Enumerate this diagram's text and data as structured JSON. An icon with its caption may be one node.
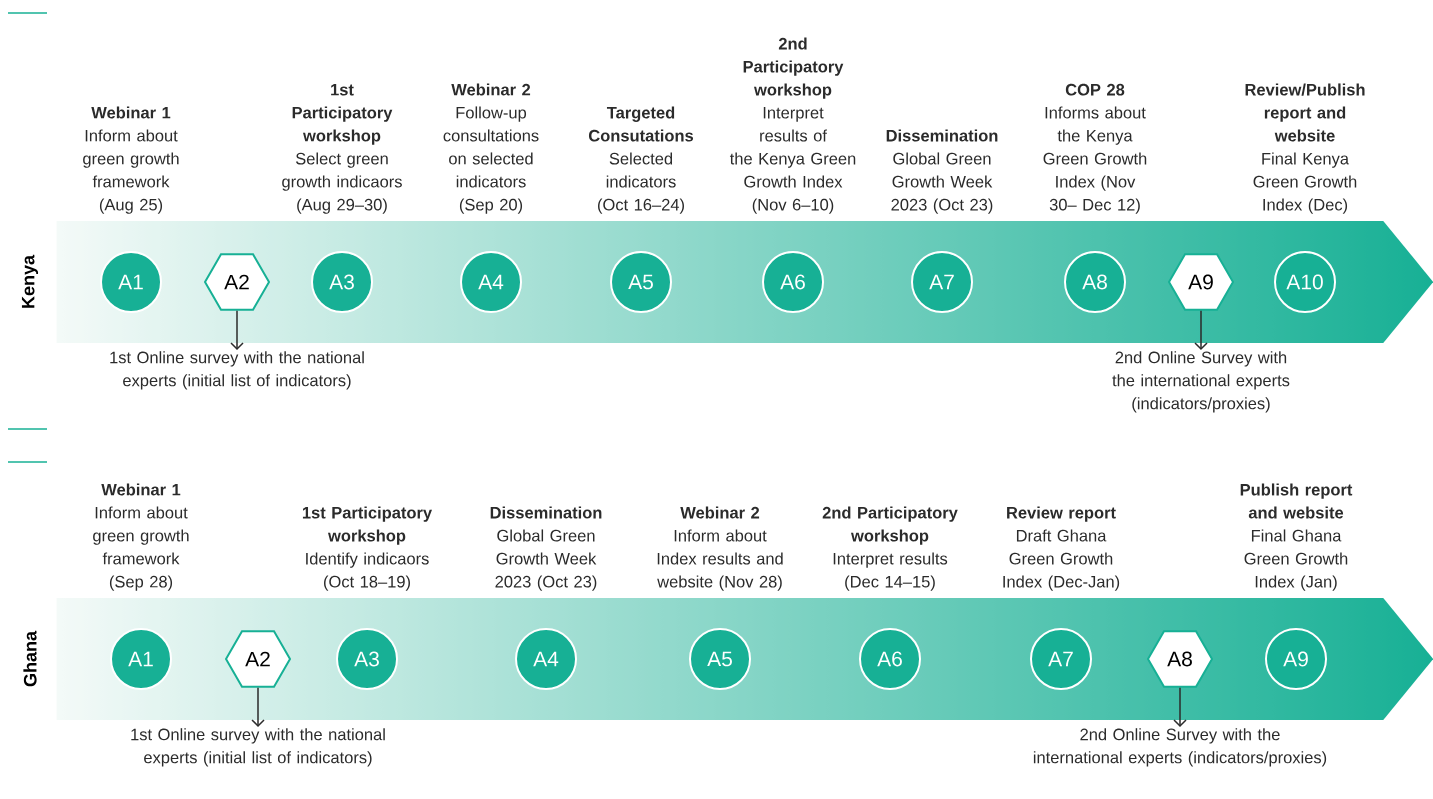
{
  "diagram": {
    "nodes": [
      {
        "text": [
          "Kenya"
        ]
      },
      {
        "text": [
          "A1"
        ],
        "in": 0,
        "beside": [
          "Webinar 1",
          "Inform about green growth framework (Aug 25)"
        ]
      },
      {
        "text": [
          "A2"
        ],
        "in": 0
      },
      {
        "text": [
          "A3"
        ],
        "in": 0,
        "beside": [
          "1st Participatory workshop",
          "Select green growth indicaors (Aug 29–30)"
        ]
      },
      {
        "text": [
          "A4"
        ],
        "in": 0,
        "beside": [
          "Webinar 2",
          "Follow-up consultations on selected indicators (Sep 20)"
        ]
      },
      {
        "text": [
          "A5"
        ],
        "in": 0,
        "beside": [
          "Targeted Consutations",
          "Selected indicators (Oct 16–24)"
        ]
      },
      {
        "text": [
          "A6"
        ],
        "in": 0,
        "beside": [
          "2nd Participatory workshop",
          "Interpret results of the Kenya Green Growth Index (Nov 6–10)"
        ]
      },
      {
        "text": [
          "A7"
        ],
        "in": 0,
        "beside": [
          "Dissemination",
          "Global Green Growth Week 2023 (Oct 23)"
        ]
      },
      {
        "text": [
          "A8"
        ],
        "in": 0,
        "beside": [
          "COP 28",
          "Informs about the Kenya Green Growth Index (Nov 30– Dec 12)"
        ]
      },
      {
        "text": [
          "A9"
        ],
        "in": 0
      },
      {
        "text": [
          "A10"
        ],
        "in": 0,
        "beside": [
          "Review/Publish report and website",
          "Final Kenya Green Growth Index (Dec)"
        ]
      },
      {
        "text": [
          "1st Online survey with the national experts (initial list of indicators)"
        ]
      },
      {
        "text": [
          "2nd Online Survey with the international experts (indicators/proxies)"
        ]
      },
      {
        "text": [
          "Ghana"
        ]
      },
      {
        "text": [
          "A1"
        ],
        "in": 13,
        "beside": [
          "Webinar 1",
          "Inform about green growth framework (Sep 28)"
        ]
      },
      {
        "text": [
          "A2"
        ],
        "in": 13
      },
      {
        "text": [
          "A3"
        ],
        "in": 13,
        "beside": [
          "1st Participatory workshop",
          "Identify indicaors (Oct 18–19)"
        ]
      },
      {
        "text": [
          "A4"
        ],
        "in": 13,
        "beside": [
          "Dissemination",
          "Global Green Growth Week 2023 (Oct 23)"
        ]
      },
      {
        "text": [
          "A5"
        ],
        "in": 13,
        "beside": [
          "Webinar 2",
          "Inform about Index results and website (Nov 28)"
        ]
      },
      {
        "text": [
          "A6"
        ],
        "in": 13,
        "beside": [
          "2nd Participatory workshop",
          "Interpret results (Dec 14–15)"
        ]
      },
      {
        "text": [
          "A7"
        ],
        "in": 13,
        "beside": [
          "Review report",
          "Draft Ghana Green Growth Index (Dec-Jan)"
        ]
      },
      {
        "text": [
          "A8"
        ],
        "in": 13
      },
      {
        "text": [
          "A9"
        ],
        "in": 13,
        "beside": [
          "Publish report and website",
          "Final Ghana Green Growth Index (Jan)"
        ]
      },
      {
        "text": [
          "1st Online survey with the national experts (initial list of indicators)"
        ]
      },
      {
        "text": [
          "2nd Online Survey with the international experts (indicators/proxies)"
        ]
      }
    ],
    "edges": [
      {
        "from": 2,
        "to": 11,
        "arrow": "to"
      },
      {
        "from": 9,
        "to": 12,
        "arrow": "to"
      },
      {
        "from": 15,
        "to": 23,
        "arrow": "to"
      },
      {
        "from": 21,
        "to": 24,
        "arrow": "to"
      }
    ]
  }
}
